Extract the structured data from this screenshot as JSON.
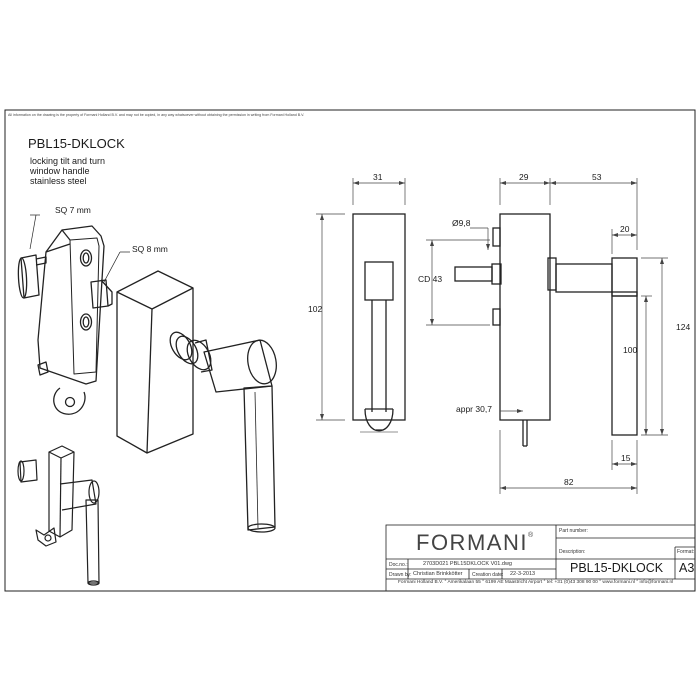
{
  "notice": "All information on the drawing is the property of Formani Holland B.V. and may not be copied, in any way whatsoever without obtaining the permission in writing from Formani Holland B.V.",
  "title": "PBL15-DKLOCK",
  "description_lines": [
    "locking tilt and turn",
    "window handle",
    "stainless steel"
  ],
  "callouts": {
    "sq7": "SQ 7 mm",
    "sq8": "SQ 8 mm"
  },
  "dimensions": {
    "w31": "31",
    "h102": "102",
    "w29": "29",
    "w53": "53",
    "dia": "Ø9,8",
    "cd": "CD 43",
    "w20": "20",
    "h100": "100",
    "h124": "124",
    "appr": "appr 30,7",
    "w15": "15",
    "w82": "82"
  },
  "title_block": {
    "brand": "FORMANI",
    "brand_mark": "®",
    "part_number_label": "Part number:",
    "part_number": "",
    "description_label": "Description:",
    "description": "PBL15-DKLOCK",
    "format_label": "Format:",
    "format": "A3",
    "doc_label": "Doc.no.:",
    "doc_value": "2703D021 PBL15DKLOCK V01.dwg",
    "drawn_label": "Drawn by:",
    "drawn_value": "Christian Brinkkötter",
    "date_label": "Creation date:",
    "date_value": "22-3-2013",
    "footer": "Formani Holland B.V.  °  Amerikalaan 55  °  6199 AE Maastricht Airport  °  tel: +31 (0)43 308 90 00  °  www.formani.nl  °  info@formani.nl"
  }
}
